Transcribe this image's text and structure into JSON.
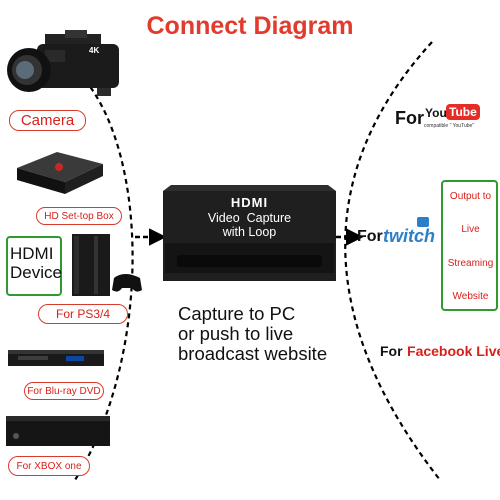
{
  "title": "Connect Diagram",
  "sources": {
    "camera": "Camera",
    "settop": "HD Set-top Box",
    "hdmi_device": "HDMI Device",
    "ps": "For PS3/4",
    "bluray": "For Blu-ray DVD",
    "xbox": "For XBOX one"
  },
  "device": {
    "brand": "HDMI",
    "label": "Video Capture with Loop",
    "line1": "Video  Capture",
    "line2": "with Loop",
    "camera_badge": "4K"
  },
  "caption": [
    "Capture to PC",
    "or push to live",
    "broadcast website"
  ],
  "platforms": {
    "youtube_prefix": "For",
    "youtube_you": "You",
    "youtube_tube": "Tube",
    "youtube_note": "compatible \" YouTube\"",
    "twitch_prefix": "For",
    "twitch": "twitch",
    "facebook_prefix": "For",
    "facebook": "Facebook Live"
  },
  "output_box": [
    "Output to",
    "Live",
    "Streaming",
    "Website"
  ],
  "colors": {
    "title_red": "#e23b2e",
    "pill_red": "#d8201a",
    "green": "#2f9a2f",
    "twitch_blue": "#2d7fc9",
    "youtube_red": "#e52d27",
    "device_black": "#1e1e1e"
  }
}
